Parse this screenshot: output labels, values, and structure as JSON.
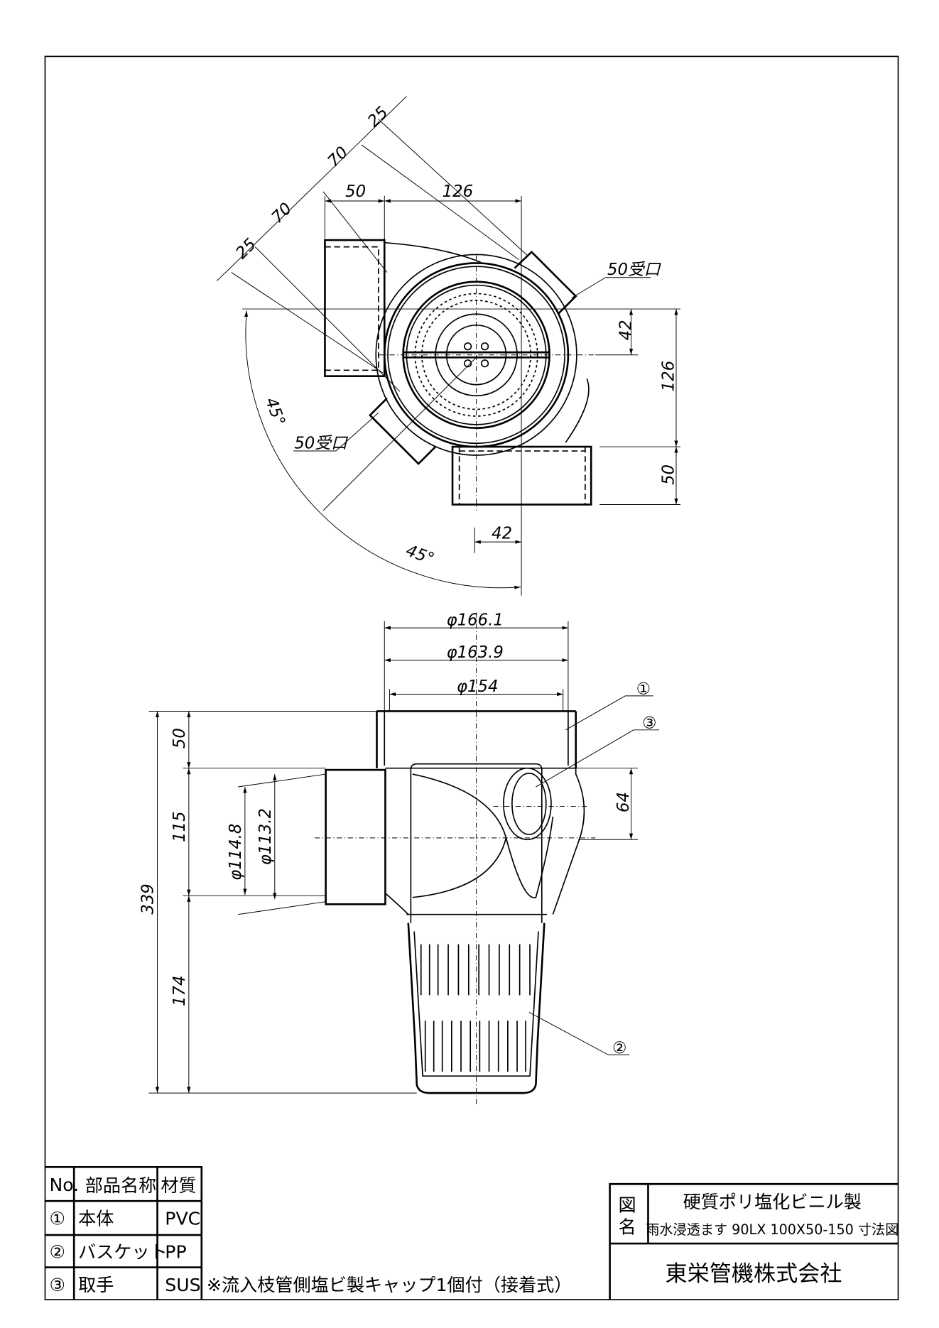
{
  "top_view": {
    "dims": {
      "d50_top": "50",
      "d126_top": "126",
      "d42_right": "42",
      "d126_right": "126",
      "d50_right": "50",
      "d42_bottom": "42",
      "d25_a": "25",
      "d70_a": "70",
      "d70_b": "70",
      "d25_b": "25",
      "angle_a": "45°",
      "angle_b": "45°"
    },
    "labels": {
      "socket_upper": "50受口",
      "socket_lower": "50受口"
    }
  },
  "front_view": {
    "dims": {
      "phi1661": "φ166.1",
      "phi1639": "φ163.9",
      "phi154": "φ154",
      "h339": "339",
      "h50": "50",
      "h115": "115",
      "h174": "174",
      "phi1148": "φ114.8",
      "phi1132": "φ113.2",
      "h64": "64"
    },
    "callouts": {
      "c1": "①",
      "c2": "②",
      "c3": "③"
    }
  },
  "parts_table": {
    "headers": [
      "No.",
      "部品名称",
      "材質"
    ],
    "rows": [
      {
        "no": "①",
        "name": "本体",
        "material": "PVC"
      },
      {
        "no": "②",
        "name": "バスケット",
        "material": "PP"
      },
      {
        "no": "③",
        "name": "取手",
        "material": "SUS"
      }
    ],
    "note": "※流入枝管側塩ビ製キャップ1個付（接着式）"
  },
  "title_block": {
    "label": "図名",
    "title_line1": "硬質ポリ塩化ビニル製",
    "title_line2": "雨水浸透ます 90LX 100X50-150 寸法図",
    "company": "東栄管機株式会社"
  }
}
